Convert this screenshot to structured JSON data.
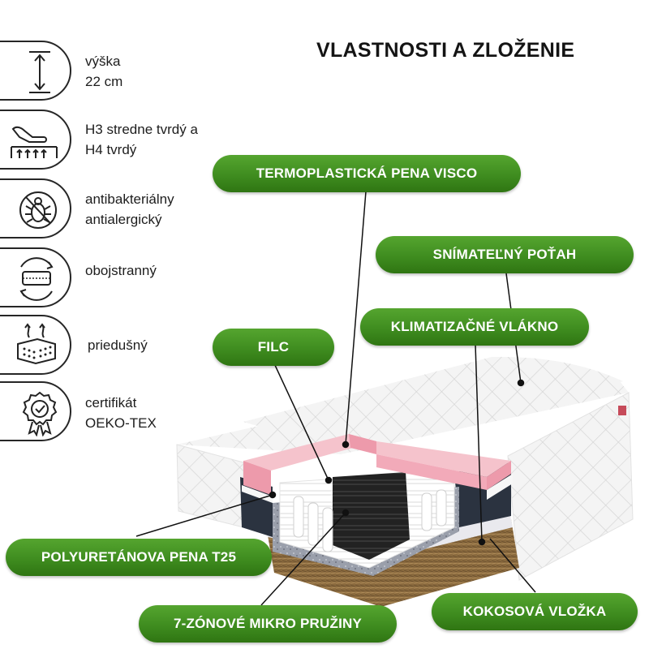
{
  "title": "VLASTNOSTI A ZLOŽENIE",
  "features": [
    {
      "icon": "height-arrow-icon",
      "line1": "výška",
      "line2": "22 cm"
    },
    {
      "icon": "firmness-hand-icon",
      "line1": "H3 stredne tvrdý a",
      "line2": "H4 tvrdý"
    },
    {
      "icon": "bug-crossed-icon",
      "line1": "antibakteriálny",
      "line2": "antialergický"
    },
    {
      "icon": "reversible-mattress-icon",
      "line1": "obojstranný",
      "line2": ""
    },
    {
      "icon": "breathable-foam-icon",
      "line1": "priedušný",
      "line2": ""
    },
    {
      "icon": "certificate-badge-icon",
      "line1": "certifikát",
      "line2": "OEKO-TEX"
    }
  ],
  "layers": {
    "visco": "TERMOPLASTICKÁ PENA VISCO",
    "cover": "SNÍMATEĽNÝ POŤAH",
    "fiber": "KLIMATIZAČNÉ VLÁKNO",
    "felt": "FILC",
    "foam": "POLYURETÁNOVA  PENA T25",
    "springs": "7-ZÓNOVÉ MIKRO PRUŽINY",
    "coconut": "KOKOSOVÁ VLOŽKA"
  },
  "colors": {
    "pill_green": "#3d8a1e",
    "visco_pink": "#f2aab9",
    "foam_dark": "#2b3340",
    "coconut_brown": "#8a6a3e"
  }
}
